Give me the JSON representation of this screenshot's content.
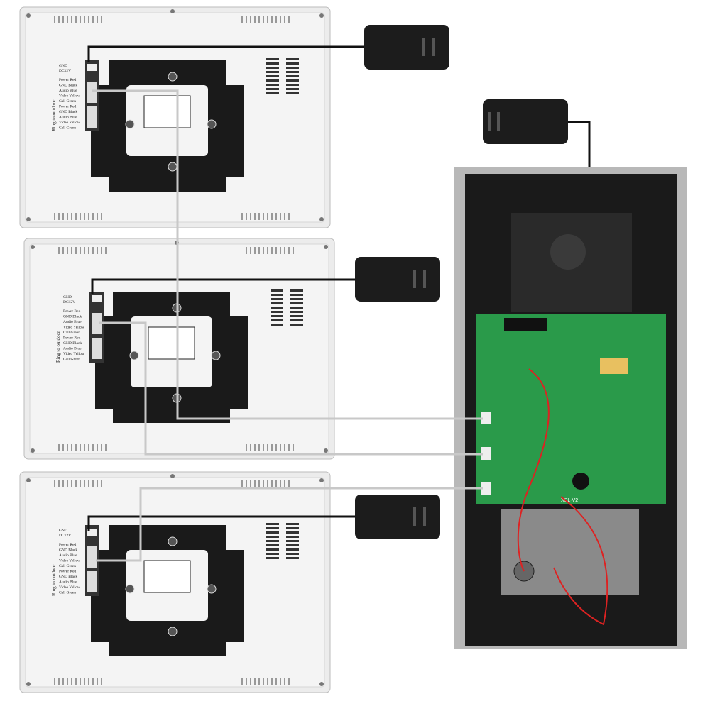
{
  "monitor_labels": {
    "gnd": "GND",
    "dc12v": "DC12V",
    "ring": "Ring to outdoor",
    "rows": [
      "Power Red",
      "GND Black",
      "Audio Blue",
      "Video Yellow",
      "Call Green",
      "Power Red",
      "GND Black",
      "Audio Blue",
      "Video Yellow",
      "Call Green"
    ]
  },
  "board_label": "XSL-V2",
  "colors": {
    "wire_power": "#111111",
    "wire_signal": "#c8c8c8",
    "board": "#2a9a4a",
    "monitor": "#ececec",
    "bracket": "#1a1a1a"
  }
}
